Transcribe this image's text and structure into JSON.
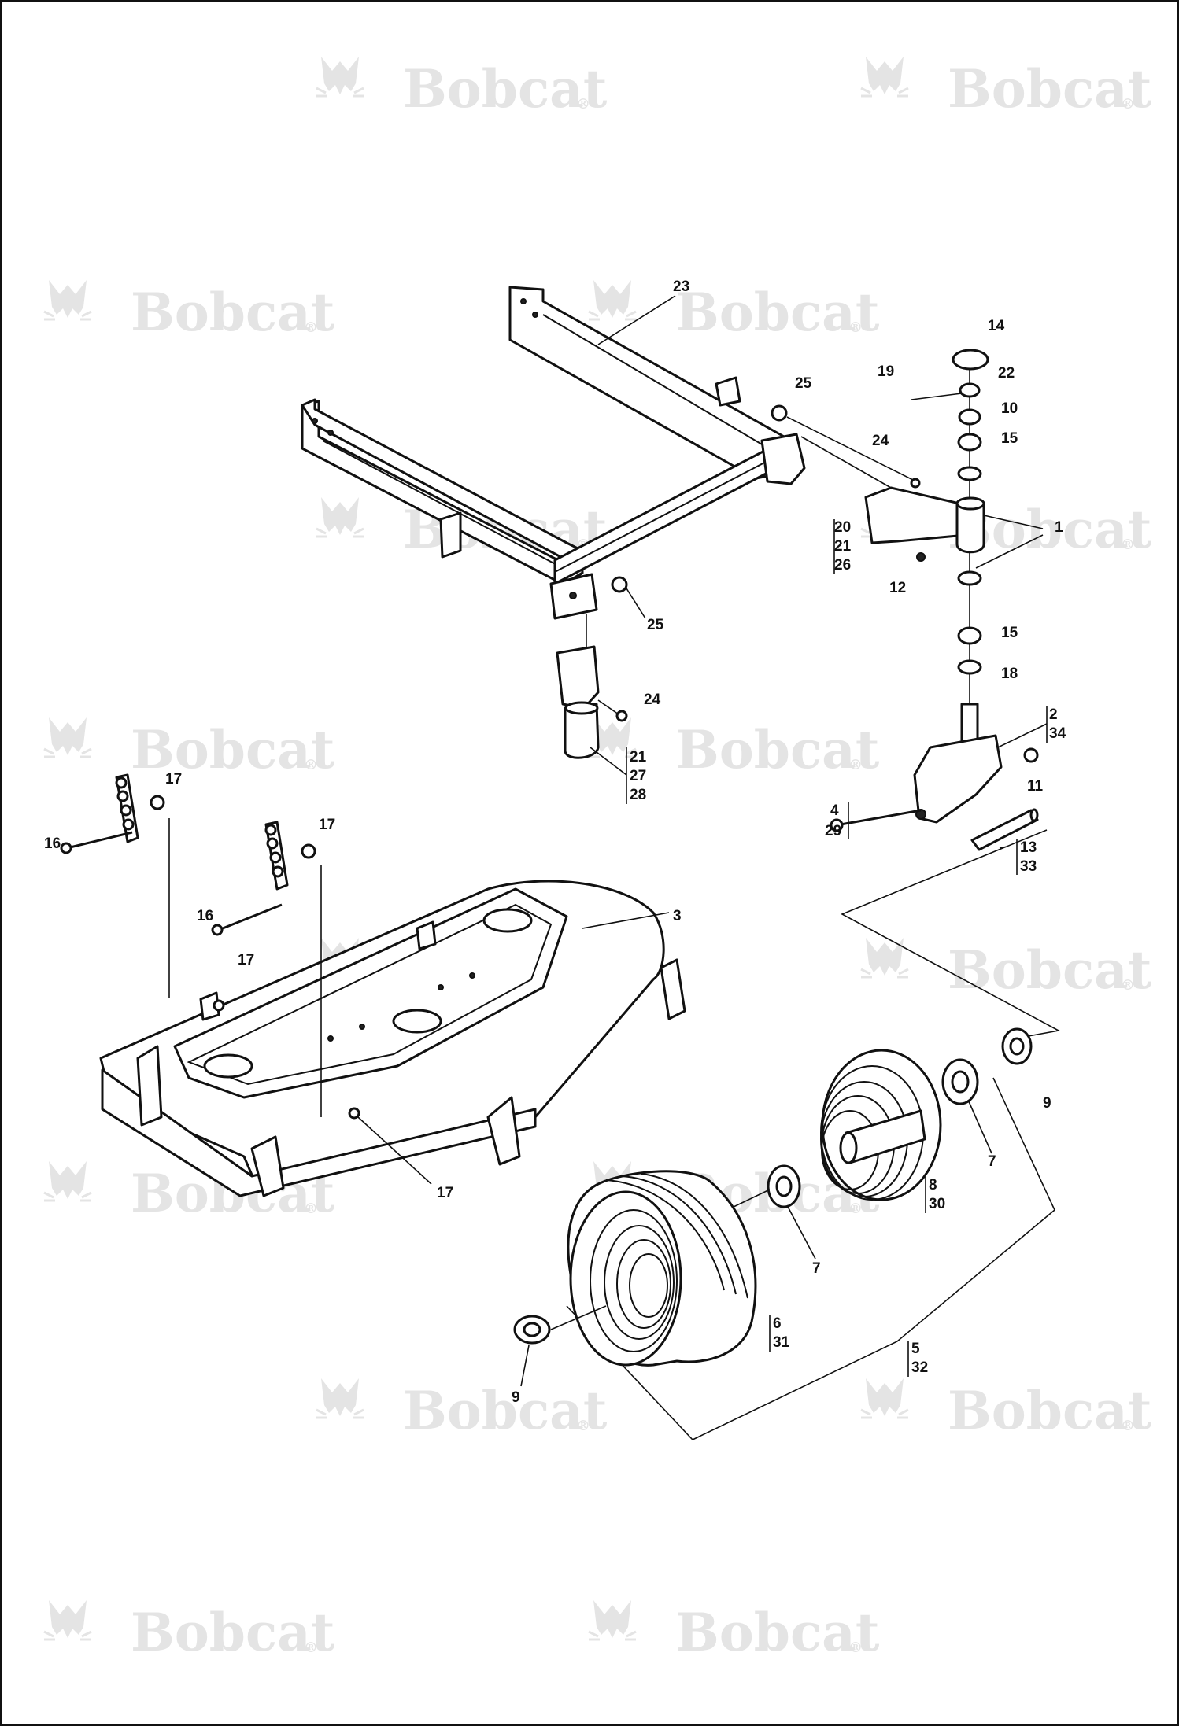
{
  "watermark": {
    "text": "Bobcat",
    "mark": "®",
    "icon": "bobcat-head-icon",
    "color": "#e4e4e4"
  },
  "border_color": "#111111",
  "callouts": {
    "c1": "1",
    "c2": "2",
    "c3": "3",
    "c4": "4",
    "c5": "5",
    "c6": "6",
    "c7a": "7",
    "c7b": "7",
    "c8": "8",
    "c9a": "9",
    "c9b": "9",
    "c10": "10",
    "c11": "11",
    "c12": "12",
    "c13": "13",
    "c14": "14",
    "c15a": "15",
    "c15b": "15",
    "c16a": "16",
    "c16b": "16",
    "c17a": "17",
    "c17b": "17",
    "c17c": "17",
    "c17d": "17",
    "c18": "18",
    "c19": "19",
    "c20": "20",
    "c21a": "21",
    "c21b": "21",
    "c22": "22",
    "c23": "23",
    "c24a": "24",
    "c24b": "24",
    "c25a": "25",
    "c25b": "25",
    "c26": "26",
    "c27": "27",
    "c28": "28",
    "c29": "29",
    "c30": "30",
    "c31": "31",
    "c32": "32",
    "c33": "33",
    "c34": "34"
  }
}
